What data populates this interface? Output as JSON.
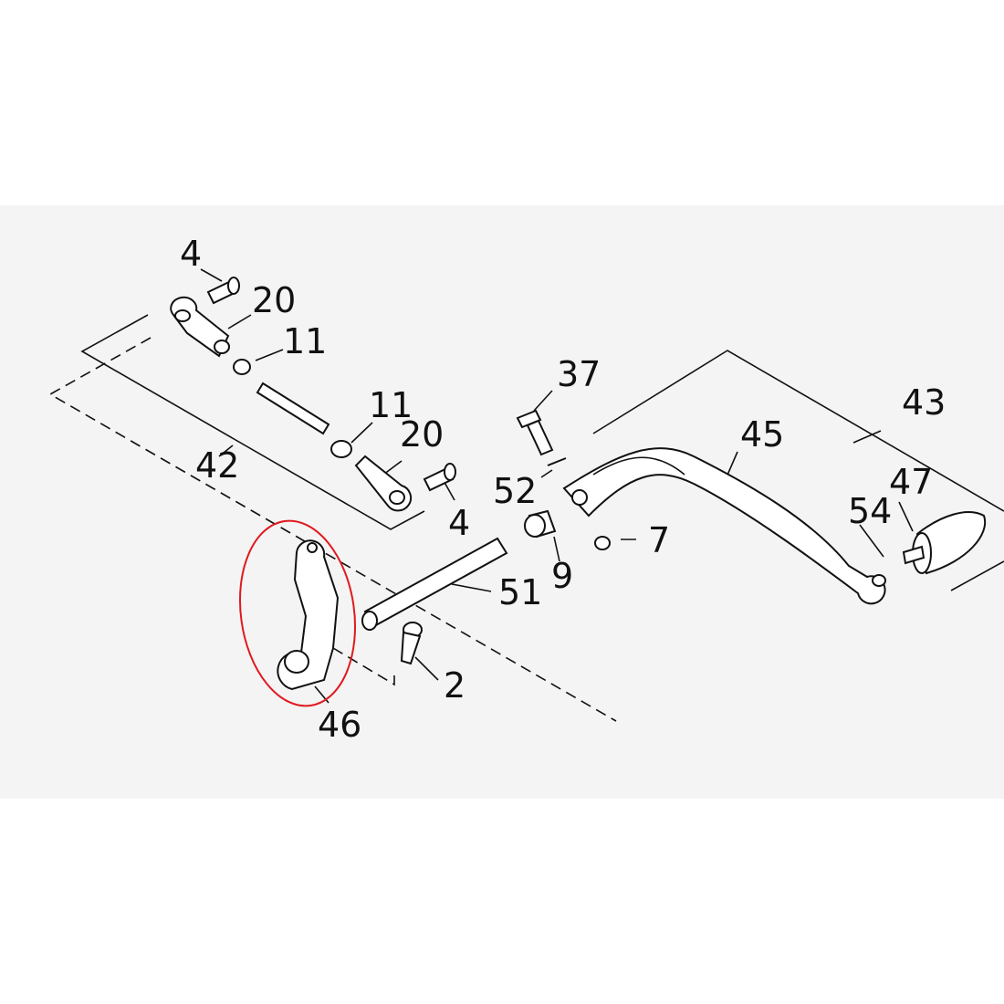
{
  "diagram": {
    "title": "Gear shift lever assembly exploded view",
    "background_color": "#f4f4f4",
    "highlight_color": "#e0191f",
    "highlighted_part": "46",
    "callouts": [
      {
        "id": "c4a",
        "label": "4"
      },
      {
        "id": "c20a",
        "label": "20"
      },
      {
        "id": "c11a",
        "label": "11"
      },
      {
        "id": "c11b",
        "label": "11"
      },
      {
        "id": "c20b",
        "label": "20"
      },
      {
        "id": "c42",
        "label": "42"
      },
      {
        "id": "c4b",
        "label": "4"
      },
      {
        "id": "c37",
        "label": "37"
      },
      {
        "id": "c52",
        "label": "52"
      },
      {
        "id": "c45",
        "label": "45"
      },
      {
        "id": "c43",
        "label": "43"
      },
      {
        "id": "c47",
        "label": "47"
      },
      {
        "id": "c54",
        "label": "54"
      },
      {
        "id": "c7",
        "label": "7"
      },
      {
        "id": "c9",
        "label": "9"
      },
      {
        "id": "c51",
        "label": "51"
      },
      {
        "id": "c2",
        "label": "2"
      },
      {
        "id": "c46",
        "label": "46"
      }
    ]
  }
}
